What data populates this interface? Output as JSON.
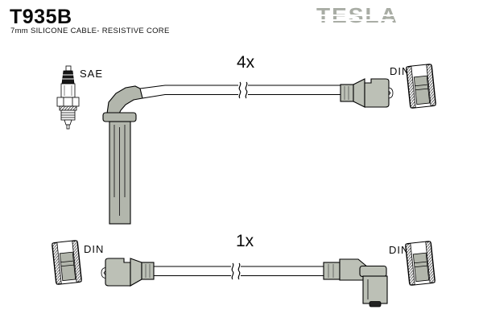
{
  "header": {
    "part_number": "T935B",
    "description": "7mm SILICONE CABLE- RESISTIVE CORE",
    "brand": "TESLA"
  },
  "diagram": {
    "top_assembly": {
      "quantity": "4x",
      "plug_end_label": "SAE",
      "terminal_end_label": "DIN"
    },
    "bottom_assembly": {
      "quantity": "1x",
      "left_terminal_label": "DIN",
      "right_terminal_label": "DIN"
    }
  },
  "colors": {
    "background": "#ffffff",
    "connector_gray": "#bcc0b6",
    "connector_gray_dark": "#b2b6ac",
    "logo_gray": "#a9ada5",
    "outline": "#000000"
  },
  "icons": {
    "spark_plug": "spark-plug-icon",
    "boot": "spark-plug-boot-icon",
    "straight_connector": "straight-connector-icon",
    "elbow_connector": "elbow-connector-icon",
    "terminal_cap": "terminal-cap-icon",
    "cable_break": "cable-break-icon"
  }
}
